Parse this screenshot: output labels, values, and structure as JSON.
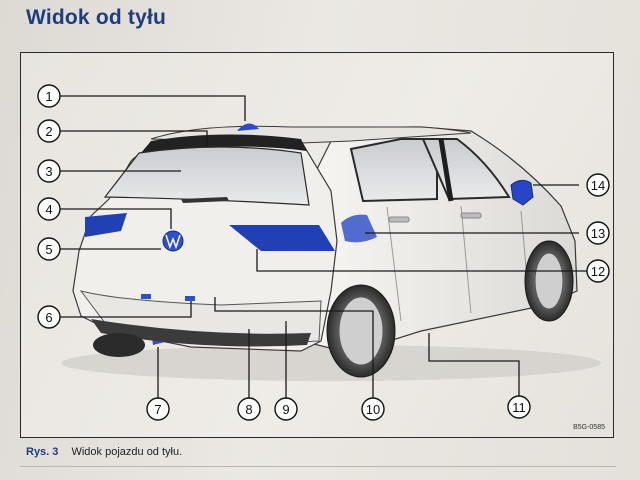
{
  "heading": "Widok od tyłu",
  "figure": {
    "label": "Rys. 3",
    "caption": "Widok pojazdu od tyłu.",
    "code": "B5G-0585"
  },
  "callouts": [
    "1",
    "2",
    "3",
    "4",
    "5",
    "6",
    "7",
    "8",
    "9",
    "10",
    "11",
    "12",
    "13",
    "14"
  ]
}
